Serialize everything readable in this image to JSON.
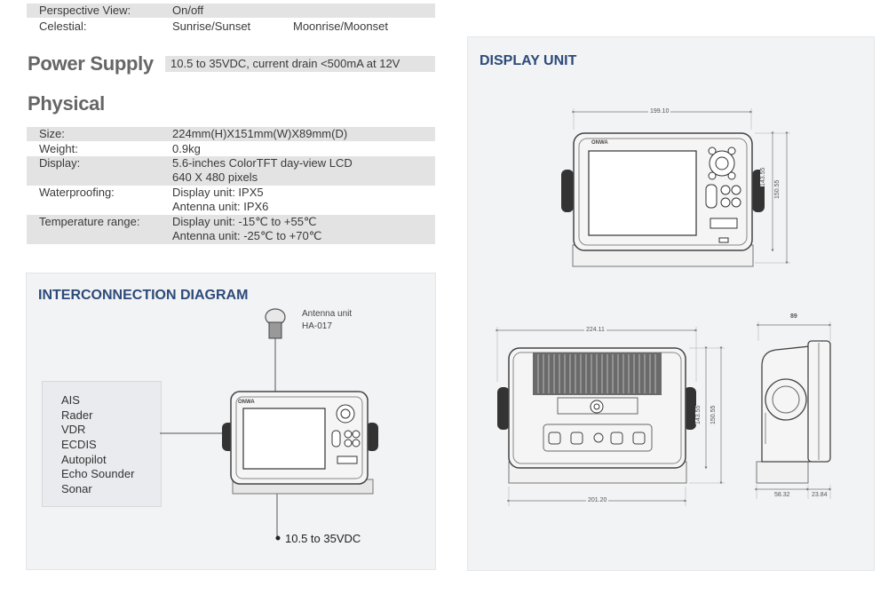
{
  "top_rows": [
    {
      "label": "Perspective View:",
      "value": "On/off",
      "value2": ""
    },
    {
      "label": "Celestial:",
      "value": "Sunrise/Sunset",
      "value2": "Moonrise/Moonset"
    }
  ],
  "power_supply": {
    "heading": "Power Supply",
    "value": "10.5 to 35VDC, current drain <500mA at 12V"
  },
  "physical": {
    "heading": "Physical",
    "rows": [
      {
        "label": "Size:",
        "lines": [
          "224mm(H)X151mm(W)X89mm(D)"
        ]
      },
      {
        "label": "Weight:",
        "lines": [
          "0.9kg"
        ]
      },
      {
        "label": "Display:",
        "lines": [
          "5.6-inches ColorTFT day-view LCD",
          "640 X 480 pixels"
        ]
      },
      {
        "label": "Waterproofing:",
        "lines": [
          "Display unit: IPX5",
          "Antenna unit: IPX6"
        ]
      },
      {
        "label": "Temperature range:",
        "lines": [
          "Display unit: -15℃  to +55℃",
          "Antenna unit: -25℃  to +70℃"
        ]
      }
    ]
  },
  "interconnection": {
    "title": "INTERCONNECTION DIAGRAM",
    "antenna_label": "Antenna unit",
    "antenna_model": "HA-017",
    "devices": [
      "AIS",
      "Rader",
      "VDR",
      "ECDIS",
      "Autopilot",
      "Echo Sounder",
      "Sonar"
    ],
    "power_label": "10.5 to 35VDC",
    "brand": "ONWA"
  },
  "display_unit": {
    "title": "DISPLAY UNIT",
    "brand": "ONWA",
    "dims": {
      "front_width": "199.10",
      "front_h1": "143.55",
      "front_h2": "150.55",
      "rear_top": "224.11",
      "rear_h1": "143.55",
      "rear_h2": "150.55",
      "rear_bottom": "201.20",
      "side_top": "89",
      "side_b1": "58.32",
      "side_b2": "23.84"
    }
  },
  "colors": {
    "row_shade": "#e3e3e3",
    "heading": "#666666",
    "panel_bg": "#f2f3f5",
    "title_blue": "#2d4a7a"
  }
}
